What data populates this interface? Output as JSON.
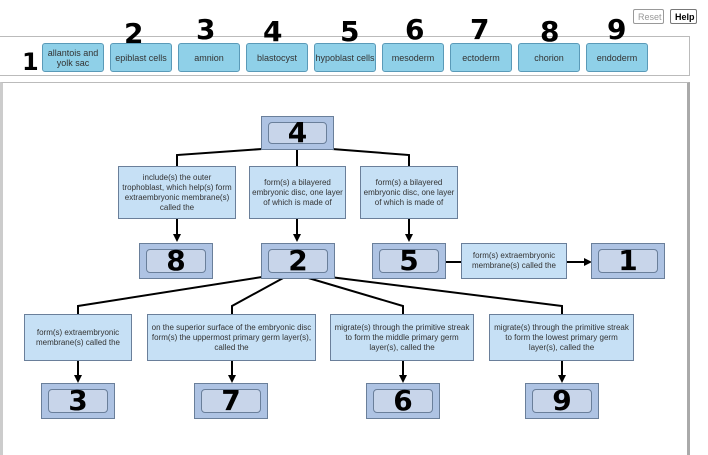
{
  "toolbar": {
    "reset_label": "Reset",
    "help_label": "Help"
  },
  "labels": [
    {
      "text": "allantois and yolk sac",
      "handwritten_number": "1"
    },
    {
      "text": "epiblast cells",
      "handwritten_number": "2"
    },
    {
      "text": "amnion",
      "handwritten_number": "3"
    },
    {
      "text": "blastocyst",
      "handwritten_number": "4"
    },
    {
      "text": "hypoblast cells",
      "handwritten_number": "5"
    },
    {
      "text": "mesoderm",
      "handwritten_number": "6"
    },
    {
      "text": "ectoderm",
      "handwritten_number": "7"
    },
    {
      "text": "chorion",
      "handwritten_number": "8"
    },
    {
      "text": "endoderm",
      "handwritten_number": "9"
    }
  ],
  "concept_map": {
    "root_box": {
      "answer": "4"
    },
    "level1_descriptions": [
      "include(s) the outer trophoblast, which help(s) form extraembryonic membrane(s) called the",
      "form(s) a bilayered embryonic disc, one layer of which is made of",
      "form(s) a bilayered embryonic disc, one layer of which is made of"
    ],
    "level1_boxes": [
      {
        "answer": "8"
      },
      {
        "answer": "2"
      },
      {
        "answer": "5"
      }
    ],
    "side_description": "form(s) extraembryonic membrane(s) called the",
    "side_box": {
      "answer": "1"
    },
    "level2_descriptions": [
      "form(s) extraembryonic membrane(s) called the",
      "on the superior surface of the embryonic disc form(s) the uppermost primary germ layer(s), called the",
      "migrate(s) through the primitive streak to form the middle primary germ layer(s), called the",
      "migrate(s) through the primitive streak to form the lowest primary germ layer(s), called the"
    ],
    "level2_boxes": [
      {
        "answer": "3"
      },
      {
        "answer": "7"
      },
      {
        "answer": "6"
      },
      {
        "answer": "9"
      }
    ]
  },
  "colors": {
    "label_fill": "#8fd0e8",
    "dropbox_fill": "#aec3e3",
    "description_fill": "#c6e0f5"
  }
}
